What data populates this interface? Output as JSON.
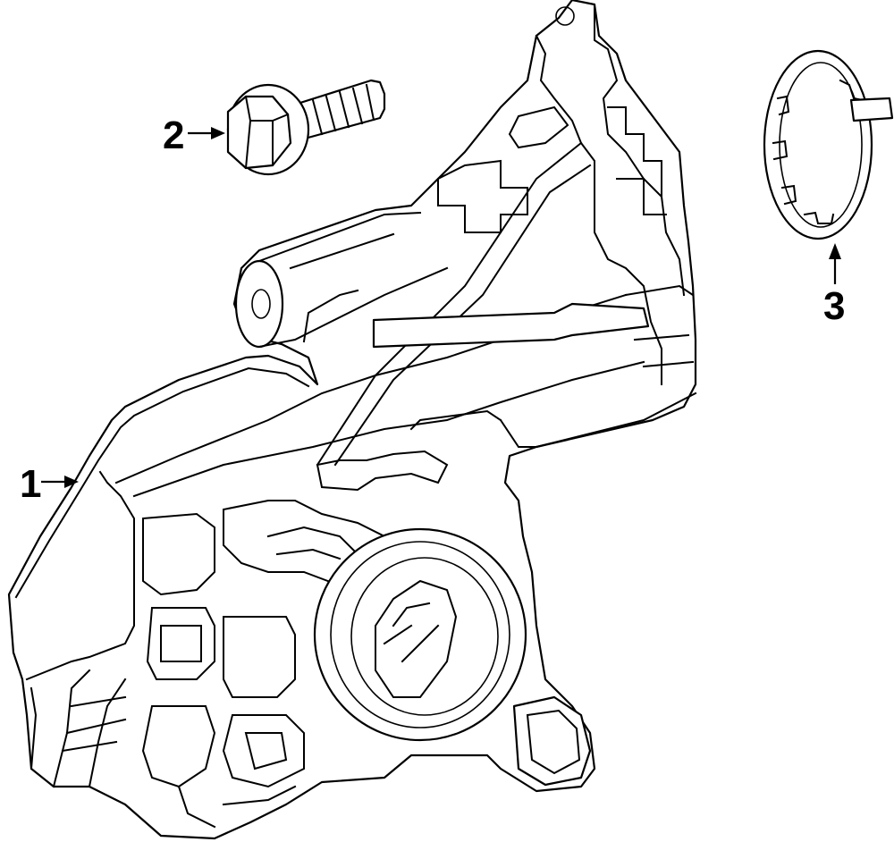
{
  "callouts": [
    {
      "id": "1",
      "label": "1",
      "part": "pump-housing"
    },
    {
      "id": "2",
      "label": "2",
      "part": "bolt"
    },
    {
      "id": "3",
      "label": "3",
      "part": "seal-ring"
    }
  ]
}
